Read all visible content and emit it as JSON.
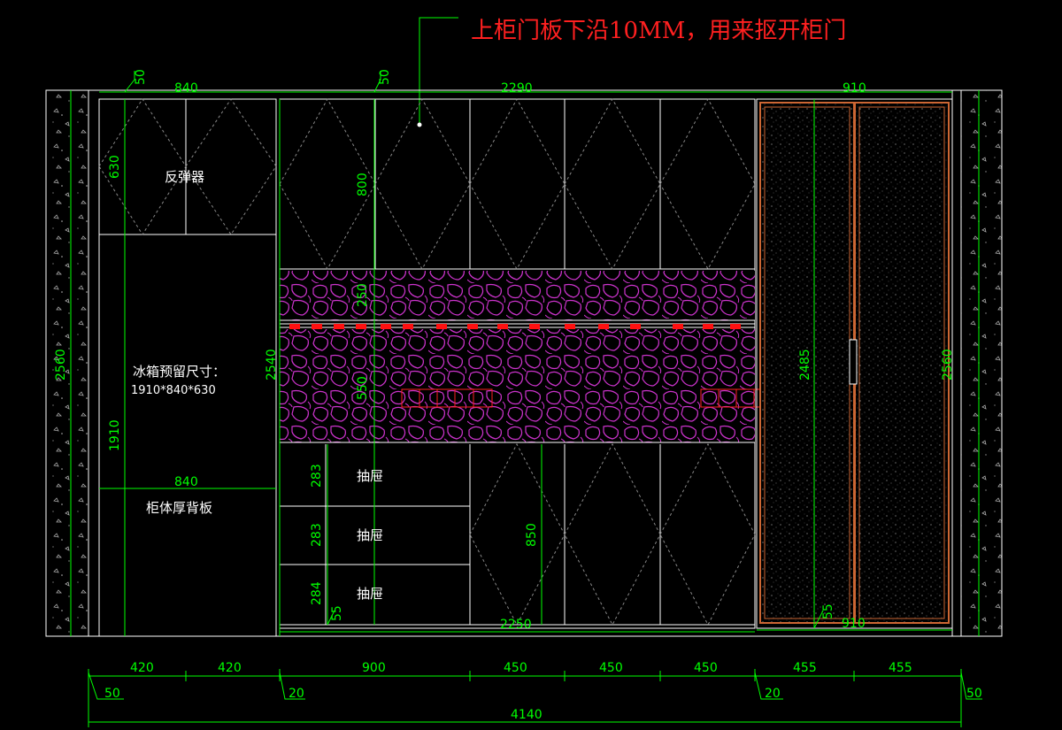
{
  "annotation": {
    "text": "上柜门板下沿10MM，用来抠开柜门"
  },
  "colors": {
    "background": "#000000",
    "outline": "#ffffff",
    "dimension": "#00ff00",
    "annotation": "#ff0000",
    "stone": "#cc33cc",
    "door_frame": "#cc6633",
    "gray": "#888888"
  },
  "dims_top": {
    "left_gap": "50",
    "left_width": "840",
    "mid_gap": "50",
    "mid_width": "2290",
    "right_width": "910"
  },
  "labels": {
    "rebounder": "反弹器",
    "fridge_title": "冰箱预留尺寸：",
    "fridge_size": "1910*840*630",
    "back_panel": "柜体厚背板",
    "drawer1": "抽屉",
    "drawer2": "抽屉",
    "drawer3": "抽屉"
  },
  "dims_inner": {
    "d630": "630",
    "d1910": "1910",
    "d840b": "840",
    "d2560l": "2560",
    "d2540": "2540",
    "d800": "800",
    "d250": "250",
    "d550": "550",
    "d283a": "283",
    "d283b": "283",
    "d284": "284",
    "d55a": "55",
    "d850": "850",
    "d2250": "2250",
    "d2485": "2485",
    "d55b": "55",
    "d910b": "910",
    "d2560r": "2560"
  },
  "dims_bottom": {
    "seg1": "420",
    "seg2": "420",
    "seg3": "900",
    "seg4": "450",
    "seg5": "450",
    "seg6": "450",
    "seg7": "455",
    "seg8": "455",
    "g1": "50",
    "g2": "20",
    "g3": "20",
    "g4": "50",
    "total": "4140"
  }
}
